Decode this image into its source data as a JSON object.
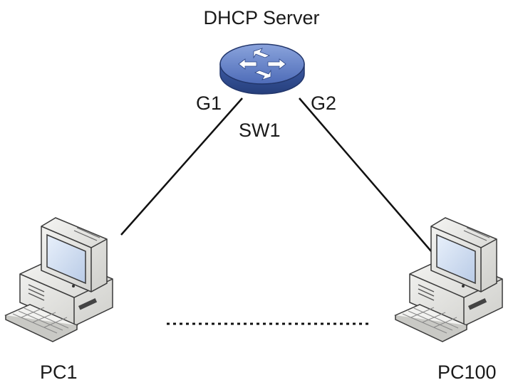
{
  "server_label": "DHCP Server",
  "switch": {
    "name": "SW1",
    "port_left": "G1",
    "port_right": "G2",
    "icon": "network-switch-icon"
  },
  "hosts": [
    {
      "name": "PC1",
      "icon": "desktop-computer-icon"
    },
    {
      "name": "PC100",
      "icon": "desktop-computer-icon"
    }
  ],
  "colors": {
    "switch_blue": "#4a6ab5",
    "switch_dark": "#2f4b8c",
    "link": "#111111"
  }
}
